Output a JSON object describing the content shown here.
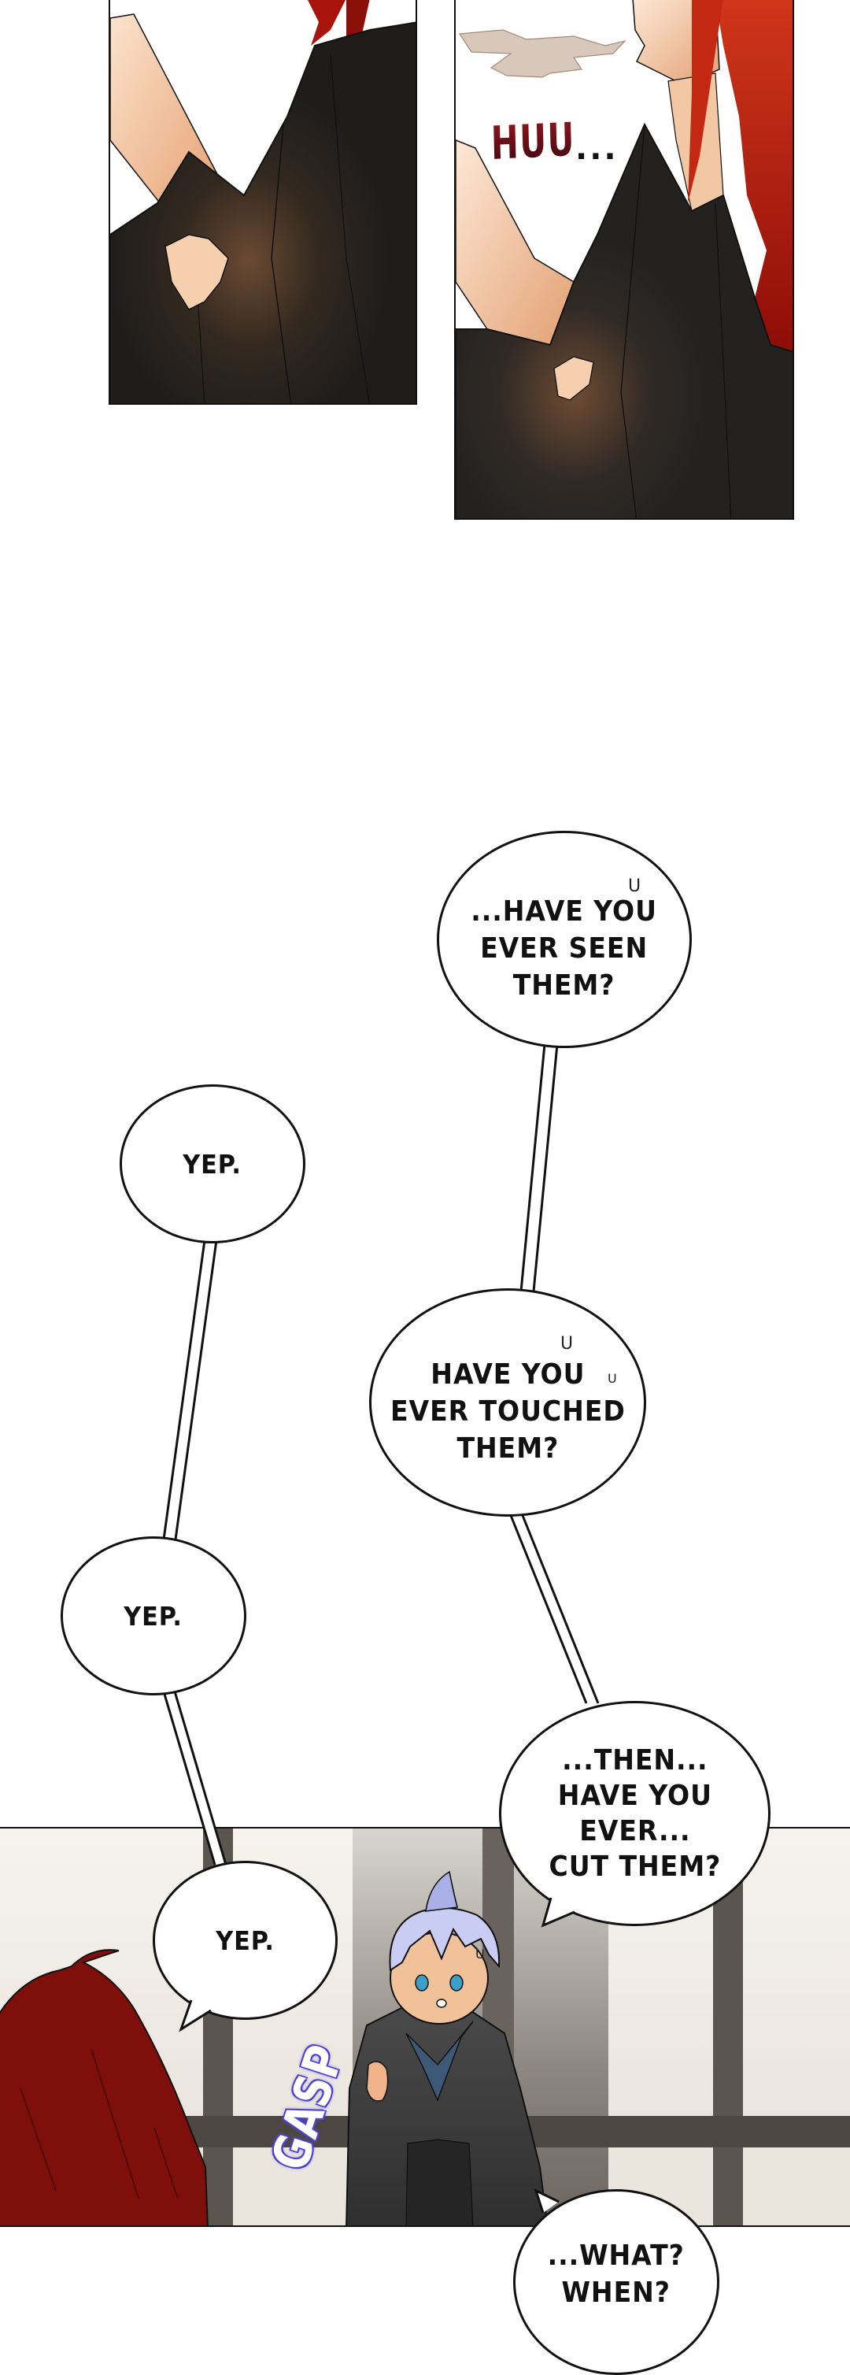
{
  "page": {
    "type": "webtoon-strip",
    "background_color": "#ffffff"
  },
  "panels": [
    {
      "id": "panel-1",
      "description": "Close-up of a figure in a black robe raising an arm, hand clutching robe",
      "colors": {
        "robe": "#2b2a29",
        "skin": "#f4c9a3",
        "hair": "#b3160c",
        "border": "#111111"
      }
    },
    {
      "id": "panel-2",
      "description": "Red-haired figure in black robe exhaling a puff of breath",
      "colors": {
        "robe": "#2e2d2c",
        "skin": "#f6d2b4",
        "hair": "#b8170e",
        "breath": "#d9c9bd",
        "border": "#111111"
      },
      "sfx": {
        "text": "HUU",
        "trail": "...",
        "color": "#8b0f1a"
      }
    },
    {
      "id": "panel-3",
      "description": "Interior with sliding wooden doors; silver-haired child in dark robe reacts, red-haired figure seen from behind",
      "colors": {
        "wall_light": "#ece7df",
        "pillar": "#5b5550",
        "beam": "#4d4743",
        "robe": "#3a3a3a",
        "collar": "#3e5878",
        "child_hair": "#c9cdf3",
        "red_hair": "#7e0f0a"
      },
      "sfx": {
        "text": "GASP",
        "color": "#ffffff",
        "outline": "#4a3fd0"
      }
    }
  ],
  "bubbles": [
    {
      "id": "b1",
      "speaker": "right",
      "text": "...HAVE YOU\nEVER SEEN\nTHEM?",
      "sweat": "U"
    },
    {
      "id": "b2",
      "speaker": "left",
      "text": "YEP."
    },
    {
      "id": "b3",
      "speaker": "right",
      "text": "HAVE YOU\nEVER TOUCHED\nTHEM?",
      "sweat": "U",
      "sweat2": "ᵁ"
    },
    {
      "id": "b4",
      "speaker": "left",
      "text": "YEP."
    },
    {
      "id": "b5",
      "speaker": "right",
      "text": "...THEN...\nHAVE YOU\nEVER...\nCUT THEM?"
    },
    {
      "id": "b6",
      "speaker": "left",
      "text": "YEP."
    },
    {
      "id": "b7",
      "speaker": "right",
      "text": "...WHAT?\nWHEN?"
    }
  ],
  "child_sweat": "U"
}
